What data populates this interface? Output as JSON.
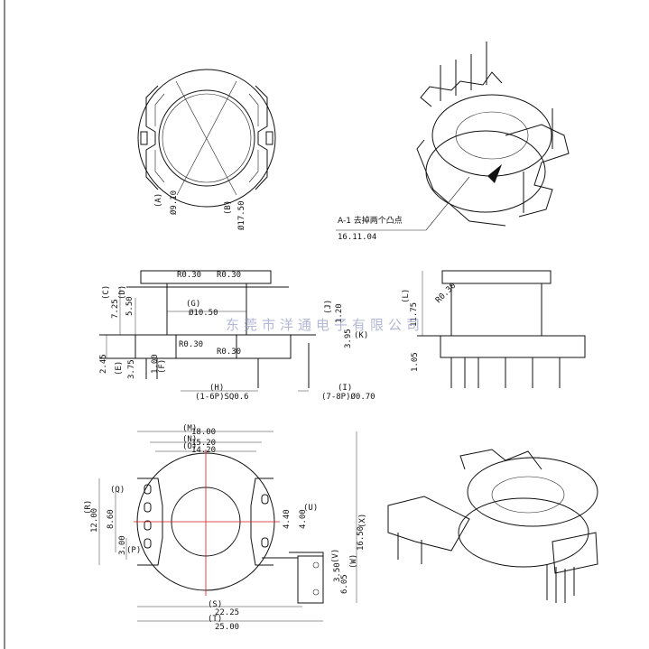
{
  "top_view": {
    "label_a": "(A)",
    "label_b": "(B)",
    "dia_a": "Ø9.10",
    "dia_b": "Ø17.50"
  },
  "note": {
    "line1": "A-1 去掉两个凸点",
    "line2": "16.11.04"
  },
  "front_view": {
    "r030": "R0.30",
    "dim_c": "(C)",
    "dim_d": "(D)",
    "v725": "7.25",
    "v550": "5.50",
    "dim_g": "(G)",
    "dia1050": "Ø10.50",
    "dim_j": "(J)",
    "v120": "1.20",
    "dim_k": "(K)",
    "v395": "3.95",
    "v245": "2.45",
    "dim_e": "(E)",
    "v375": "3.75",
    "v100": "1.00",
    "dim_f": "(F)",
    "dim_h": "(H)",
    "pin16": "(1-6P)SQ0.6",
    "dim_i": "(I)",
    "pin78": "(7-8P)Ø0.70"
  },
  "side_view": {
    "r030": "R0.30",
    "dim_l": "(L)",
    "v1175": "11.75",
    "v105": "1.05"
  },
  "watermark": "东莞市洋通电子有限公司",
  "bottom_view": {
    "dim_m": "(M)",
    "v1800": "18.00",
    "dim_n": "(N)",
    "v1520": "15.20",
    "dim_o": "(O)",
    "v1420": "14.20",
    "dim_r": "(R)",
    "v1200": "12.00",
    "dim_q": "(Q)",
    "v860": "8.60",
    "dim_p": "(P)",
    "v300": "3.00",
    "dim_u": "(U)",
    "v440": "4.40",
    "v400": "4.00",
    "dim_x": "(X)",
    "v1650": "16.50",
    "dim_v": "(V)",
    "v350": "3.50",
    "dim_w": "(W)",
    "v605": "6.05",
    "dim_s": "(S)",
    "v2225": "22.25",
    "dim_t": "(T)",
    "v2500": "25.00"
  }
}
